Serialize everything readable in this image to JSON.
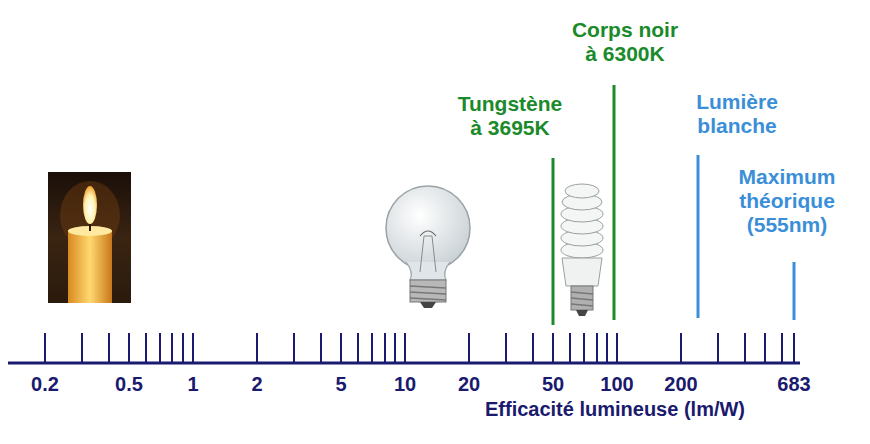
{
  "diagram": {
    "labels": [
      "Corps noir à 6300K",
      "Tungstène à 3695K",
      "Lumière blanche",
      "Maximum théorique (555nm)",
      "0.2",
      "0.5",
      "1",
      "2",
      "5",
      "10",
      "20",
      "50",
      "100",
      "200",
      "683",
      "Efficacité lumineuse (lm/W)"
    ]
  }
}
